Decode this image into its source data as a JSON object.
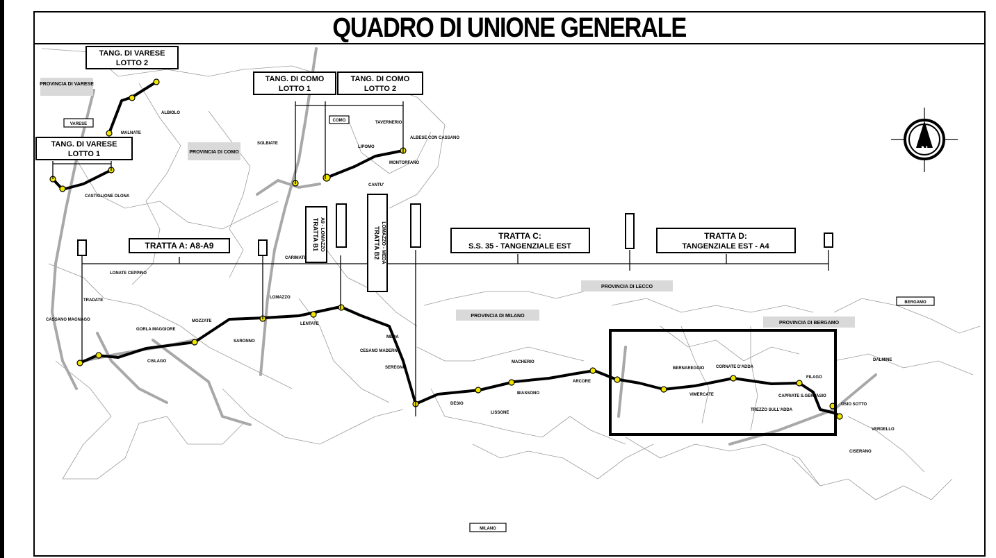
{
  "title": "QUADRO DI UNIONE GENERALE",
  "sections": {
    "tang_varese_2": [
      "TANG. DI VARESE",
      "LOTTO 2"
    ],
    "tang_varese_1": [
      "TANG. DI VARESE",
      "LOTTO 1"
    ],
    "tang_como_1": [
      "TANG. DI COMO",
      "LOTTO 1"
    ],
    "tang_como_2": [
      "TANG. DI COMO",
      "LOTTO 2"
    ],
    "tratta_a": "TRATTA A: A8-A9",
    "tratta_b1": [
      "TRATTA B1",
      "A9 - LOMAZZO"
    ],
    "tratta_b2": [
      "TRATTA B2",
      "LOMAZZO - MEDA"
    ],
    "tratta_c": [
      "TRATTA C:",
      "S.S. 35 - TANGENZIALE EST"
    ],
    "tratta_d": [
      "TRATTA D:",
      "TANGENZIALE EST - A4"
    ]
  },
  "provinces": {
    "varese": "PROVINCIA DI VARESE",
    "como": "PROVINCIA DI COMO",
    "milano": "PROVINCIA DI MILANO",
    "lecco": "PROVINCIA DI LECCO",
    "bergamo": "PROVINCIA DI BERGAMO"
  },
  "cities": {
    "varese": "VARESE",
    "como": "COMO",
    "milano": "MILANO",
    "bergamo": "BERGAMO"
  },
  "towns": {
    "malnate": "MALNATE",
    "albiolo": "ALBIOLO",
    "solbiate": "SOLBIATE",
    "lipomo": "LIPOMO",
    "tavernerio": "TAVERNERIO",
    "albese": "ALBESE CON CASSANO",
    "montorfano": "MONTORFANO",
    "cantu": "CANTU'",
    "carimate": "CARIMATE",
    "lomazzo": "LOMAZZO",
    "lentate": "LENTATE",
    "meda": "MEDA",
    "cesano": "CESANO MADERNO",
    "seregno": "SEREGNO",
    "desio": "DESIO",
    "lissone": "LISSONE",
    "macherio": "MACHERIO",
    "biassono": "BIASSONO",
    "arcore": "ARCORE",
    "vimercate": "VIMERCATE",
    "bernareggio": "BERNAREGGIO",
    "cornate": "CORNATE D'ADDA",
    "trezzo": "TREZZO SULL'ADDA",
    "capriate": "CAPRIATE S.GERVASIO",
    "filago": "FILAGO",
    "osio": "OSIO SOTTO",
    "dalmine": "DALMINE",
    "verdello": "VERDELLO",
    "ciserano": "CISERANO",
    "saronno": "SARONNO",
    "gorla": "GORLA MAGGIORE",
    "mozzate": "MOZZATE",
    "tradate": "TRADATE",
    "cislago": "CISLAGO",
    "lonate": "LONATE CEPPINO",
    "castiglione": "CASTIGLIONE OLONA",
    "cassano": "CASSANO MAGNAGO"
  },
  "colors": {
    "route": "#000000",
    "existing_road": "#a8a8a8",
    "node": "#f2e600",
    "province_box": "#d9d9d9"
  },
  "north_arrow": "N"
}
